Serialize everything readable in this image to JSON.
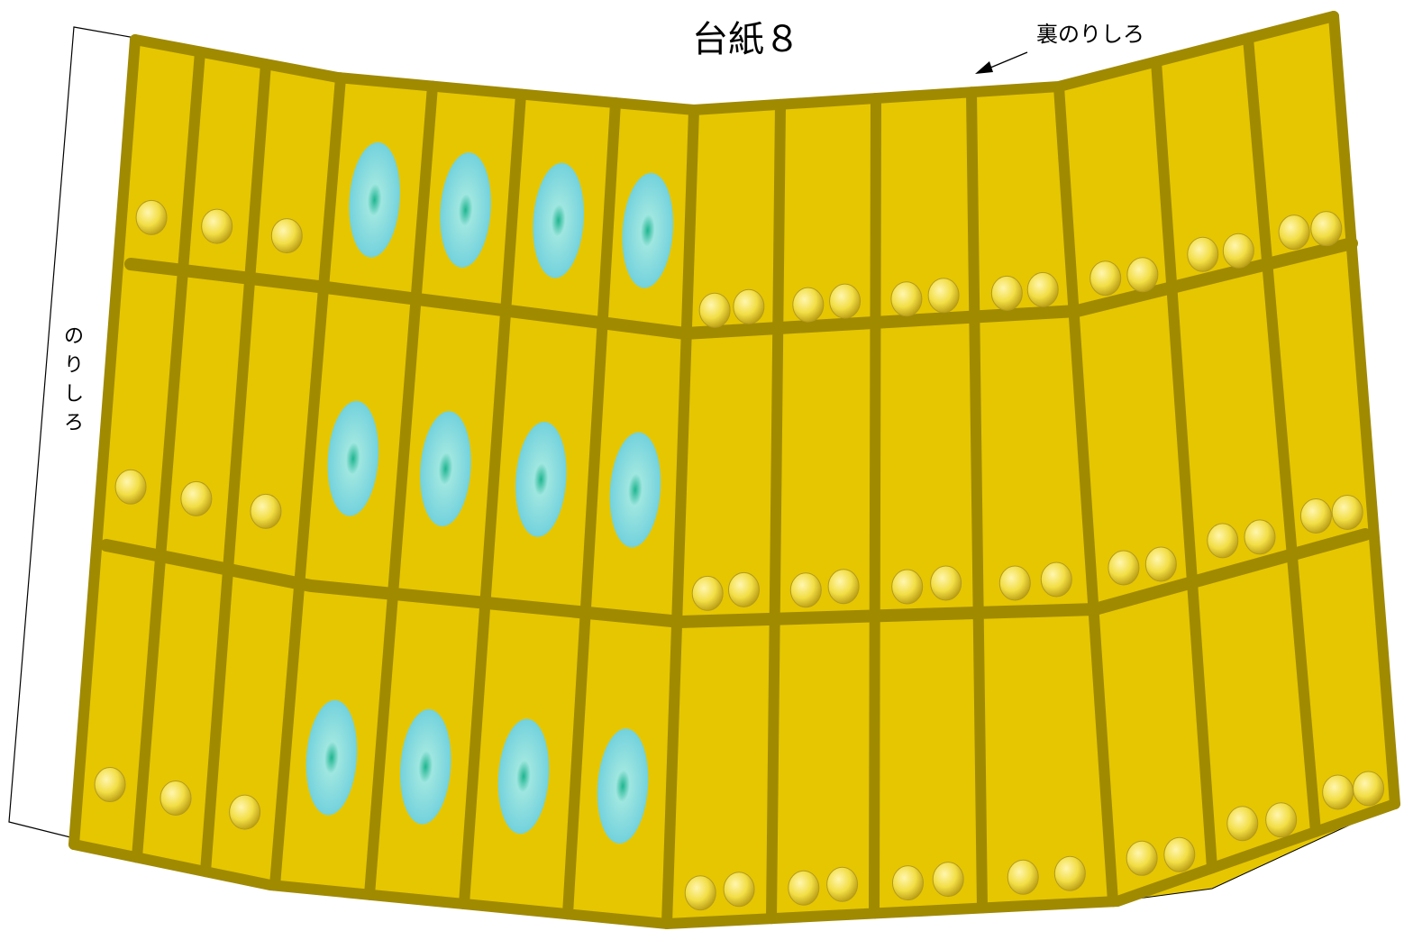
{
  "title": "台紙８",
  "back_margin_label": "裏のりしろ",
  "side_margin_label": "のりしろ",
  "colors": {
    "panel_fill": "#e6c600",
    "frame": "#a08a00",
    "seed_yellow": "#f2de45",
    "seed_cyan": "#7fd6e0",
    "seed_core": "#1fb58f"
  },
  "icons": {
    "round_seed": "yellow-bead-icon",
    "oval_seed": "cyan-oval-seed-icon"
  },
  "grid": {
    "columns": 14,
    "rows": 3,
    "columns_with_single_round_seed": 3,
    "columns_with_oval_seed": 4,
    "columns_with_paired_round_seeds": 7
  }
}
